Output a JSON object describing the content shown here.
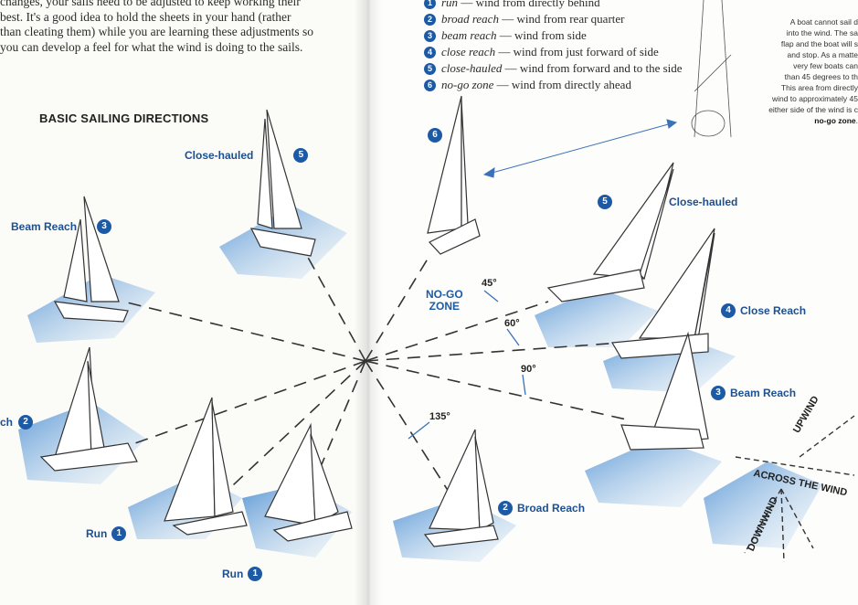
{
  "intro": {
    "lines": [
      "changes, your sails need to be adjusted to keep working their",
      "best. It's a good idea to hold the sheets in your hand (rather",
      "than cleating them) while you are learning these adjustments so",
      "you can develop a feel for what the wind is doing to the sails."
    ]
  },
  "section_title": "BASIC SAILING DIRECTIONS",
  "legend": [
    {
      "num": "1",
      "term": "run",
      "desc": "— wind from directly behind"
    },
    {
      "num": "2",
      "term": "broad reach",
      "desc": "— wind from rear quarter"
    },
    {
      "num": "3",
      "term": "beam reach",
      "desc": "— wind from side"
    },
    {
      "num": "4",
      "term": "close reach",
      "desc": "— wind from just forward of side"
    },
    {
      "num": "5",
      "term": "close-hauled",
      "desc": "— wind from forward and to the side"
    },
    {
      "num": "6",
      "term": "no-go zone",
      "desc": "— wind from directly ahead"
    }
  ],
  "side_note": {
    "lines": [
      "A boat cannot sail d",
      "into the wind. The sa",
      "flap and the boat will s",
      "and stop. As a matte",
      "very few boats can",
      "than 45 degrees to th",
      "This area from directly",
      "wind to approximately 45",
      "either side of the wind is c"
    ],
    "term": "no-go zone",
    "term_end": "."
  },
  "boat_labels": {
    "close_hauled_left": {
      "text": "Close-hauled",
      "num": "5"
    },
    "beam_reach_left": {
      "text": "Beam Reach",
      "num": "3"
    },
    "broad_reach_left": {
      "text": "ch",
      "num": "2"
    },
    "run_left_1": {
      "text": "Run",
      "num": "1"
    },
    "run_left_2": {
      "text": "Run",
      "num": "1"
    },
    "no_go_top": {
      "num": "6"
    },
    "close_hauled_right": {
      "text": "Close-hauled",
      "num": "5"
    },
    "close_reach_right": {
      "text": "Close Reach",
      "num": "4"
    },
    "beam_reach_right": {
      "text": "Beam Reach",
      "num": "3"
    },
    "broad_reach_right": {
      "text": "Broad Reach",
      "num": "2"
    }
  },
  "nogo_label": [
    "NO-GO",
    "ZONE"
  ],
  "angles": {
    "a45": "45°",
    "a60": "60°",
    "a90": "90°",
    "a135": "135°"
  },
  "wind_labels": {
    "upwind": "UPWIND",
    "across": "ACROSS THE WIND",
    "downwind": "DOWNWIND"
  },
  "colors": {
    "accent_blue": "#1c5aa6",
    "water": "#7fb3e0",
    "label_blue": "#1e4f8f"
  }
}
